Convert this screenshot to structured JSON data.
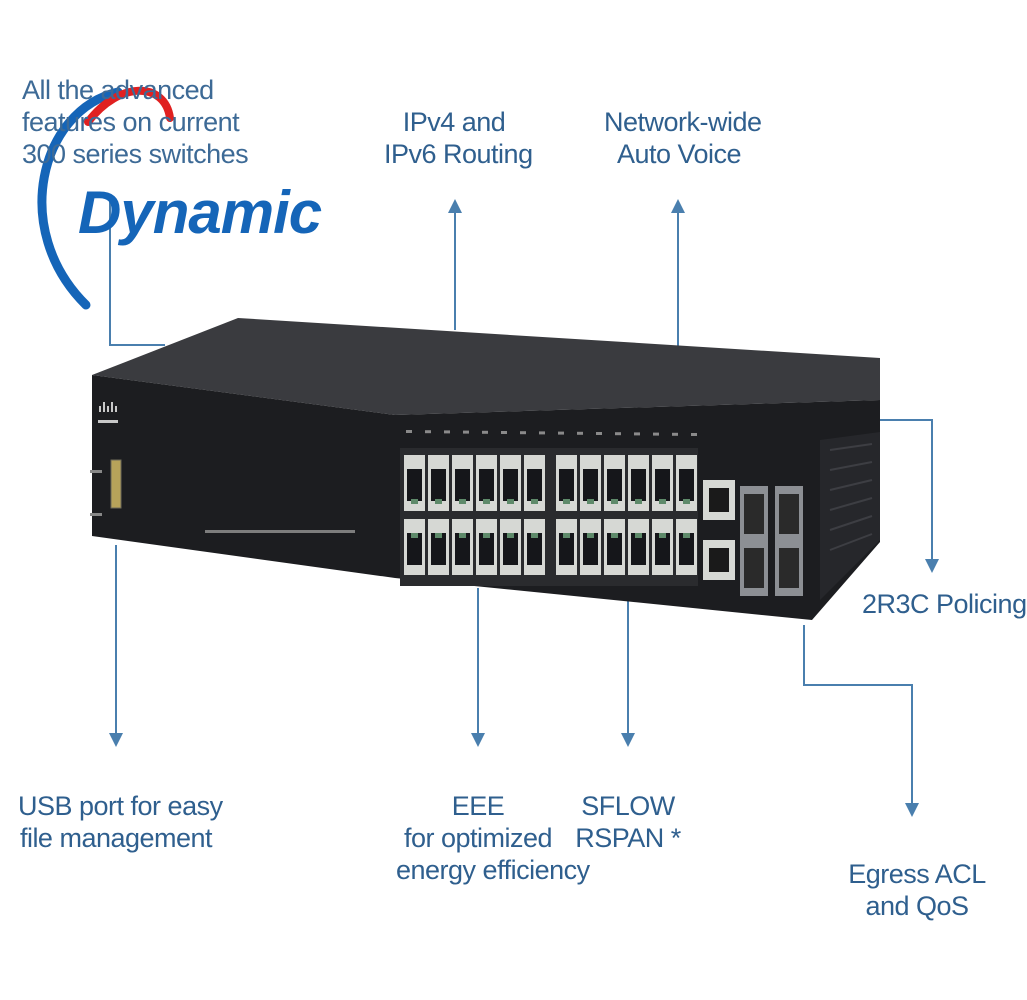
{
  "logo": {
    "text": "Dynamic",
    "arc_color": "#1565b8",
    "swoosh_color": "#e02020"
  },
  "labels": {
    "advanced": [
      "All the advanced",
      "features on current",
      "300 series switches"
    ],
    "routing": [
      "IPv4 and",
      "IPv6 Routing"
    ],
    "voice": [
      "Network-wide",
      "Auto Voice"
    ],
    "policing": [
      "2R3C Policing"
    ],
    "usb": [
      "USB port for easy",
      "file management"
    ],
    "eee": [
      "EEE",
      "for optimized",
      "energy efficiency"
    ],
    "sflow": [
      "SFLOW",
      "RSPAN *"
    ],
    "egress": [
      "Egress ACL",
      "and QoS"
    ]
  },
  "device": {
    "brand": "cisco",
    "body_color": "#1c1d20",
    "top_color": "#3a3b3f",
    "port_color": "#d6d8d4",
    "callout_color": "#4a7fae"
  }
}
